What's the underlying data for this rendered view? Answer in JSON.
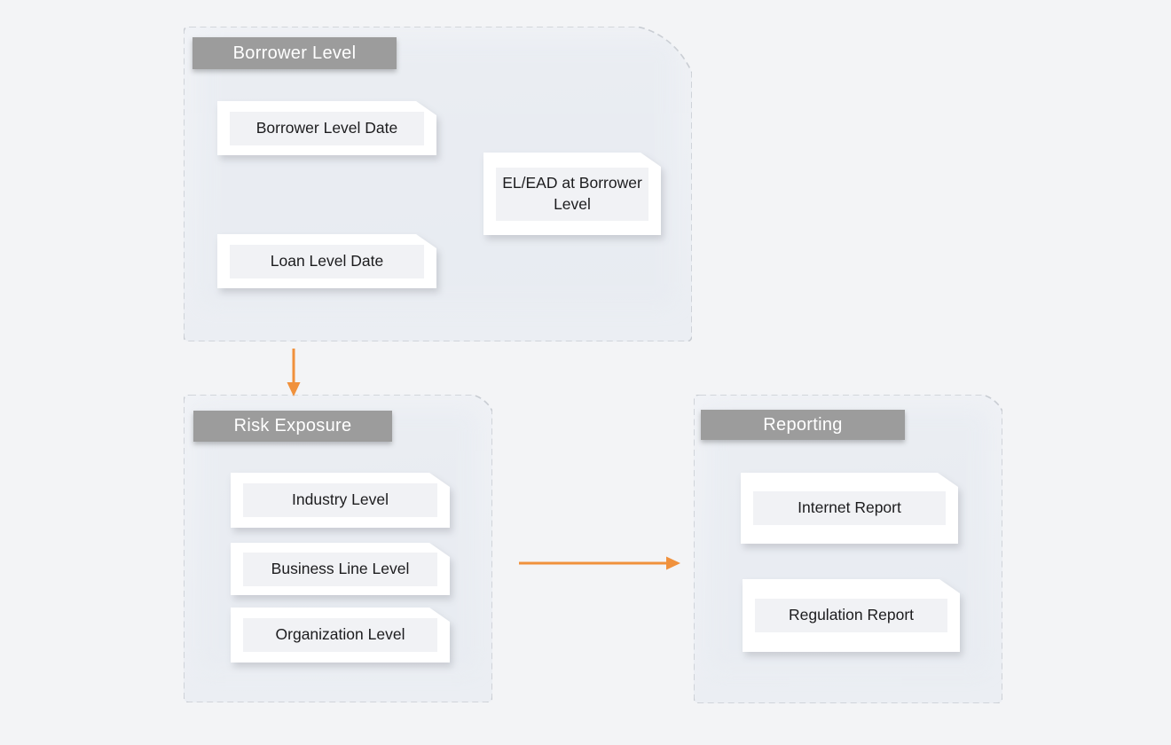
{
  "diagram": {
    "groups": [
      {
        "id": "borrower-level",
        "title": "Borrower Level",
        "cards": [
          {
            "label": "Borrower Level Date"
          },
          {
            "label": "Loan Level Date"
          },
          {
            "label": "EL/EAD at Borrower Level"
          }
        ]
      },
      {
        "id": "risk-exposure",
        "title": "Risk Exposure",
        "cards": [
          {
            "label": "Industry Level"
          },
          {
            "label": "Business Line Level"
          },
          {
            "label": "Organization Level"
          }
        ]
      },
      {
        "id": "reporting",
        "title": "Reporting",
        "cards": [
          {
            "label": "Internet Report"
          },
          {
            "label": "Regulation Report"
          }
        ]
      }
    ],
    "arrows": [
      {
        "from": "borrower-level",
        "to": "risk-exposure",
        "direction": "down"
      },
      {
        "from": "risk-exposure",
        "to": "reporting",
        "direction": "right"
      }
    ],
    "colors": {
      "page_bg": "#f3f4f6",
      "group_fill": "#edf0f4",
      "dashed_border": "#c8ccd2",
      "label_bg": "#9c9c9c",
      "label_text": "#ffffff",
      "card_bg": "#ffffff",
      "card_panel": "#f1f2f5",
      "card_text": "#1c1c1e",
      "arrow": "#f0913c"
    }
  }
}
